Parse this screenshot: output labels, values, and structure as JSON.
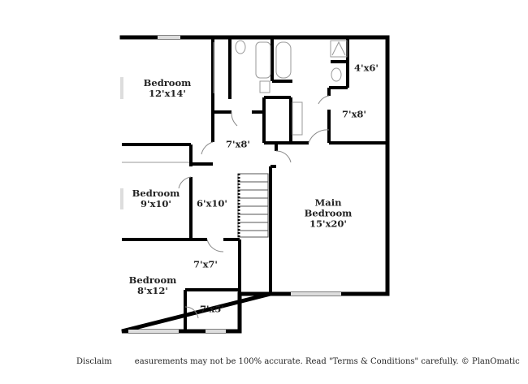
{
  "rooms": [
    {
      "name": "Bedroom",
      "size": "12'x14'"
    },
    {
      "name": "",
      "size": "4'x6'"
    },
    {
      "name": "",
      "size": "7'x8'"
    },
    {
      "name": "",
      "size": "7'x8'"
    },
    {
      "name": "Bedroom",
      "size": "9'x10'"
    },
    {
      "name": "",
      "size": "6'x10'"
    },
    {
      "name": "Main",
      "name2": "Bedroom",
      "size": "15'x20'"
    },
    {
      "name": "",
      "size": "7'x7'"
    },
    {
      "name": "Bedroom",
      "size": "8'x12'"
    },
    {
      "name": "",
      "size": "7'x5'"
    }
  ],
  "disclaimer": {
    "start": "Disclaim",
    "rest": "easurements may not be 100% accurate. Read \"Terms & Conditions\" carefully. © PlanOmatic"
  },
  "colors": {
    "wall": "#000000",
    "fixture": "#999999"
  }
}
